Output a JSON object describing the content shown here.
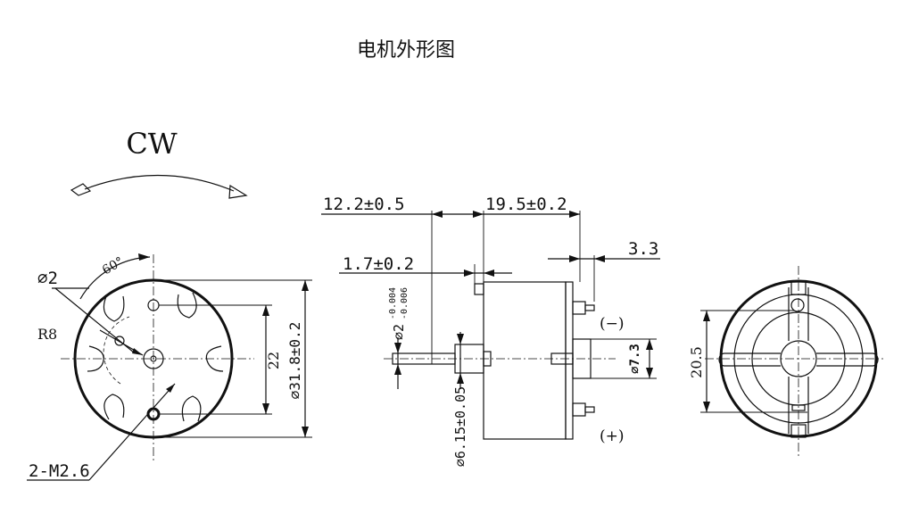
{
  "title": "电机外形图",
  "rotation": "CW",
  "front_view": {
    "hole_dia": "⌀2",
    "angle": "60°",
    "radius": "R8",
    "hole_spacing": "22",
    "body_dia": "⌀31.8±0.2",
    "screw_holes": "2-M2.6"
  },
  "side_view": {
    "shaft_length": "12.2±0.5",
    "body_length": "19.5±0.2",
    "terminal_offset": "3.3",
    "boss_height": "1.7±0.2",
    "shaft_dia": "⌀2",
    "shaft_tol_upper": "-0.004",
    "shaft_tol_lower": "-0.006",
    "boss_dia": "⌀6.15±0.05",
    "rear_boss_dia": "⌀7.3",
    "neg_terminal": "(−)",
    "pos_terminal": "(+)"
  },
  "rear_view": {
    "height": "20.5"
  }
}
